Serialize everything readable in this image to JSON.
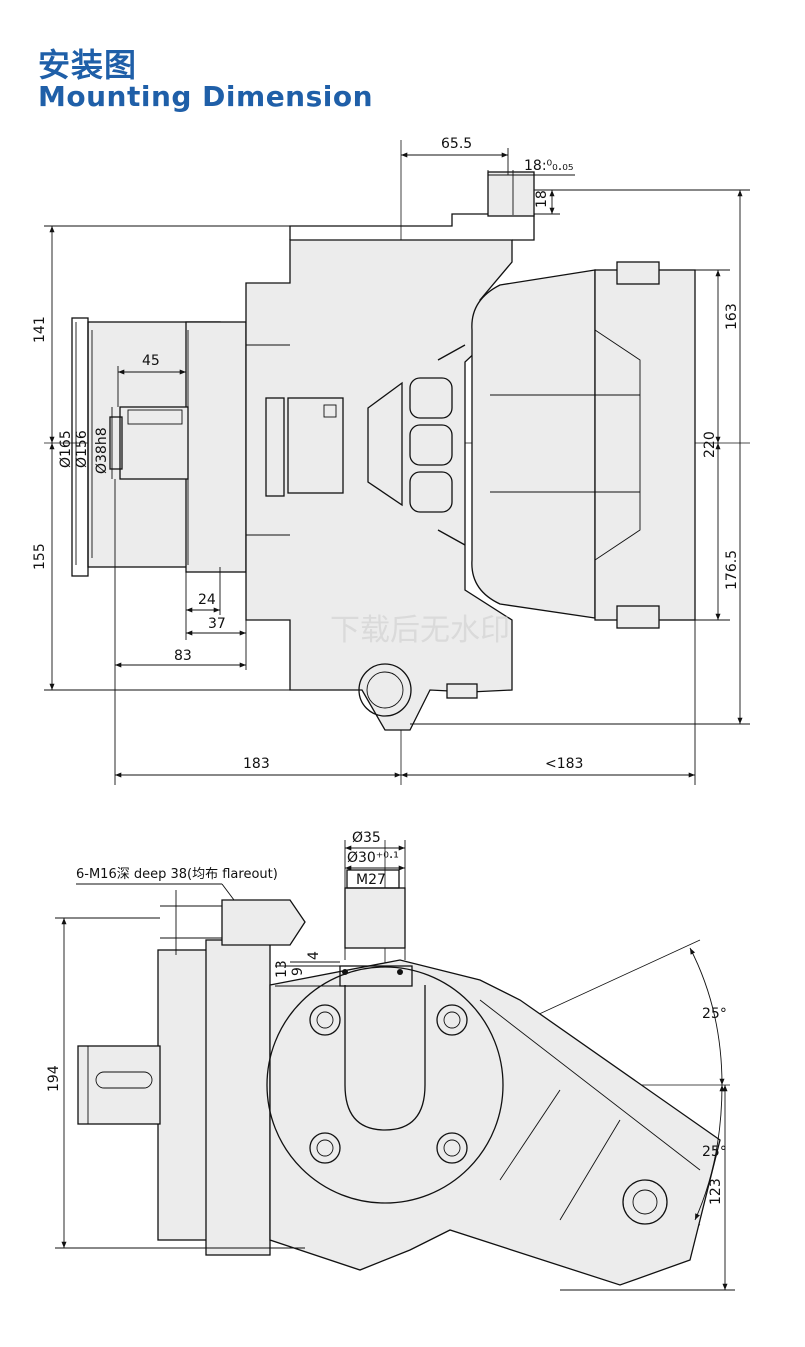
{
  "header": {
    "title_cn": "安装图",
    "title_en": "Mounting Dimension"
  },
  "top_view": {
    "dims": {
      "d65_5": "65.5",
      "d18_slot": "18:⁰₀.₀₅",
      "d18": "18",
      "d141": "141",
      "d163": "163",
      "d220": "220",
      "d176_5": "176.5",
      "d155": "155",
      "d45": "45",
      "d24": "24",
      "d37": "37",
      "d83": "83",
      "d183_left": "183",
      "d183_right": "<183",
      "dia165": "Ø165",
      "dia156": "Ø156",
      "dia38": "Ø38h8"
    }
  },
  "bottom_view": {
    "note": "6-M16深 deep 38(均布 flareout)",
    "dims": {
      "dia35": "Ø35",
      "dia30": "Ø30⁺⁰·¹",
      "m27": "M27",
      "d13": "13",
      "d9": "9",
      "d4": "4",
      "d194": "194",
      "ang25_top": "25°",
      "ang25_bottom": "25°",
      "d123": "123"
    }
  },
  "watermark": "下载后无水印"
}
